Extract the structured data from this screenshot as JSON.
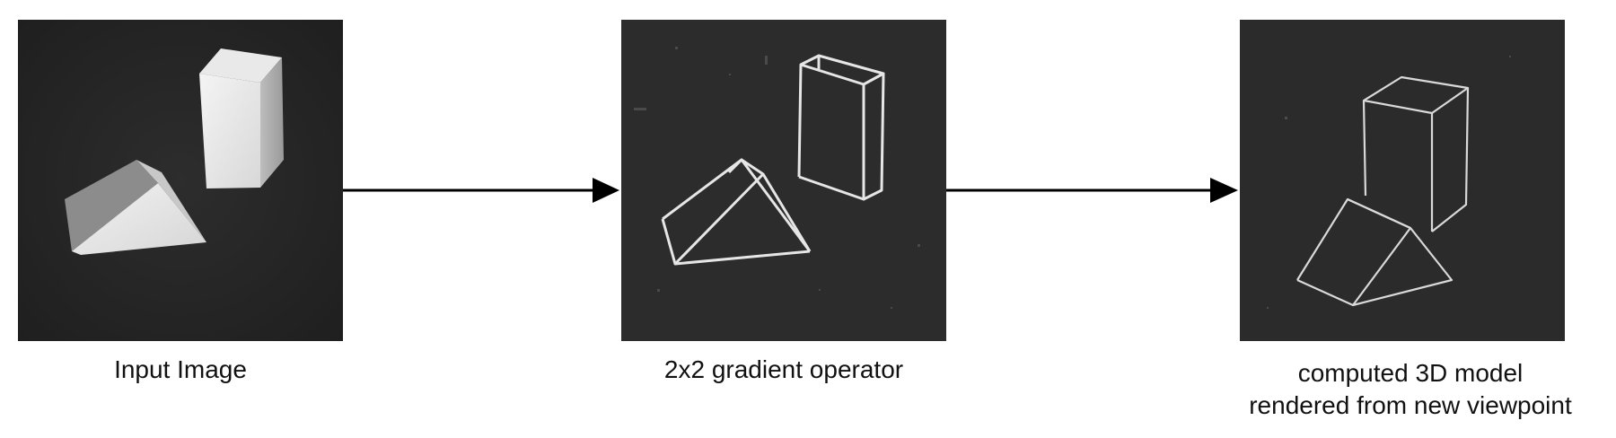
{
  "stages": [
    {
      "caption": "Input Image"
    },
    {
      "caption": "2x2 gradient operator"
    },
    {
      "caption_lines": [
        "computed 3D model",
        "rendered from new viewpoint"
      ]
    }
  ],
  "colors": {
    "panel_background": "#2a2a2a",
    "edge_lines": "#e6e6e6",
    "arrow": "#000000",
    "caption_text": "#111111"
  }
}
